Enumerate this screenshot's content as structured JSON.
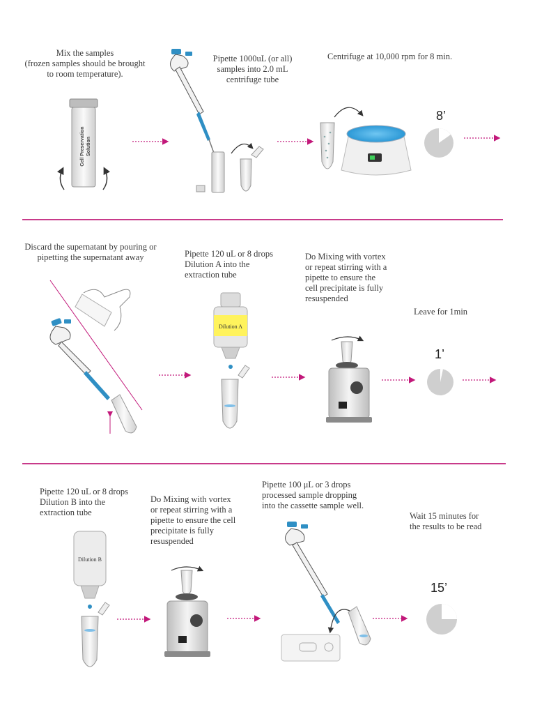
{
  "colors": {
    "accent": "#c2187a",
    "blue": "#2f8fc4",
    "gray": "#c8c8c8"
  },
  "row1": {
    "step1": [
      "Mix the samples",
      "(frozen samples should be brought",
      "to room temperature)."
    ],
    "step1_tube_label": [
      "Cell Preservation",
      "Solution"
    ],
    "step2": [
      "Pipette 1000uL (or all)",
      "samples  into 2.0 mL",
      "centrifuge tube"
    ],
    "step3": "Centrifuge at 10,000 rpm for 8 min.",
    "timer": "8’"
  },
  "row2": {
    "step1": [
      "Discard the supernatant by pouring or",
      "pipetting the supernatant away"
    ],
    "step2": [
      "Pipette 120 uL or 8 drops",
      "Dilution A into the",
      "extraction tube"
    ],
    "bottle_label": "Dilution A",
    "step3": [
      "Do Mixing with vortex",
      "or repeat stirring with a",
      "pipette to ensure the",
      "cell precipitate is fully",
      "resuspended"
    ],
    "step4": "Leave for 1min",
    "timer": "1’"
  },
  "row3": {
    "step1": [
      "Pipette 120 uL or 8 drops",
      "Dilution B into the",
      "extraction tube"
    ],
    "bottle_label": "Dilution B",
    "step2": [
      "Do Mixing with vortex",
      "or repeat stirring with a",
      "pipette to ensure the cell",
      "precipitate is fully",
      "resuspended"
    ],
    "step3": [
      "Pipette 100 μL or 3 drops",
      "processed sample dropping",
      "into the cassette sample well."
    ],
    "step4": [
      "Wait 15 minutes for",
      "the results to be read"
    ],
    "timer": "15’"
  }
}
